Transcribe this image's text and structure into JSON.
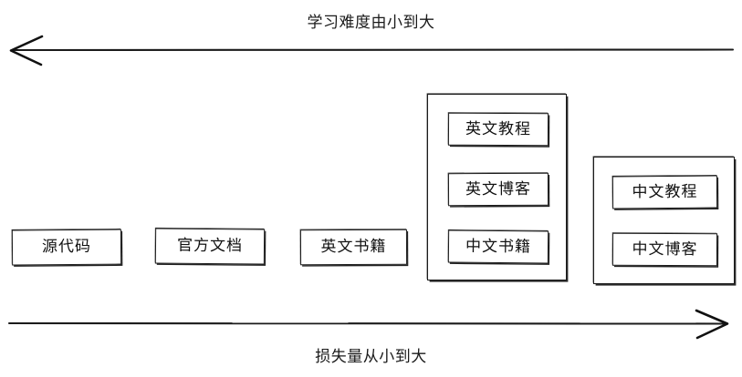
{
  "diagram": {
    "title_top": "学习难度由小到大",
    "title_bottom": "损失量从小到大",
    "top_axis": {
      "label": "学习难度由小到大",
      "direction": "left",
      "arrow_icon": "arrow-left-icon"
    },
    "bottom_axis": {
      "label": "损失量从小到大",
      "direction": "right",
      "arrow_icon": "arrow-right-icon"
    },
    "items": [
      {
        "label": "源代码"
      },
      {
        "label": "官方文档"
      },
      {
        "label": "英文书籍"
      }
    ],
    "groups": [
      {
        "name": "group-english-resources",
        "items": [
          {
            "label": "英文教程"
          },
          {
            "label": "英文博客"
          },
          {
            "label": "中文书籍"
          }
        ]
      },
      {
        "name": "group-chinese-resources",
        "items": [
          {
            "label": "中文教程"
          },
          {
            "label": "中文博客"
          }
        ]
      }
    ],
    "colors": {
      "stroke": "#1b1b1b",
      "background": "#ffffff",
      "text": "#111111"
    }
  }
}
